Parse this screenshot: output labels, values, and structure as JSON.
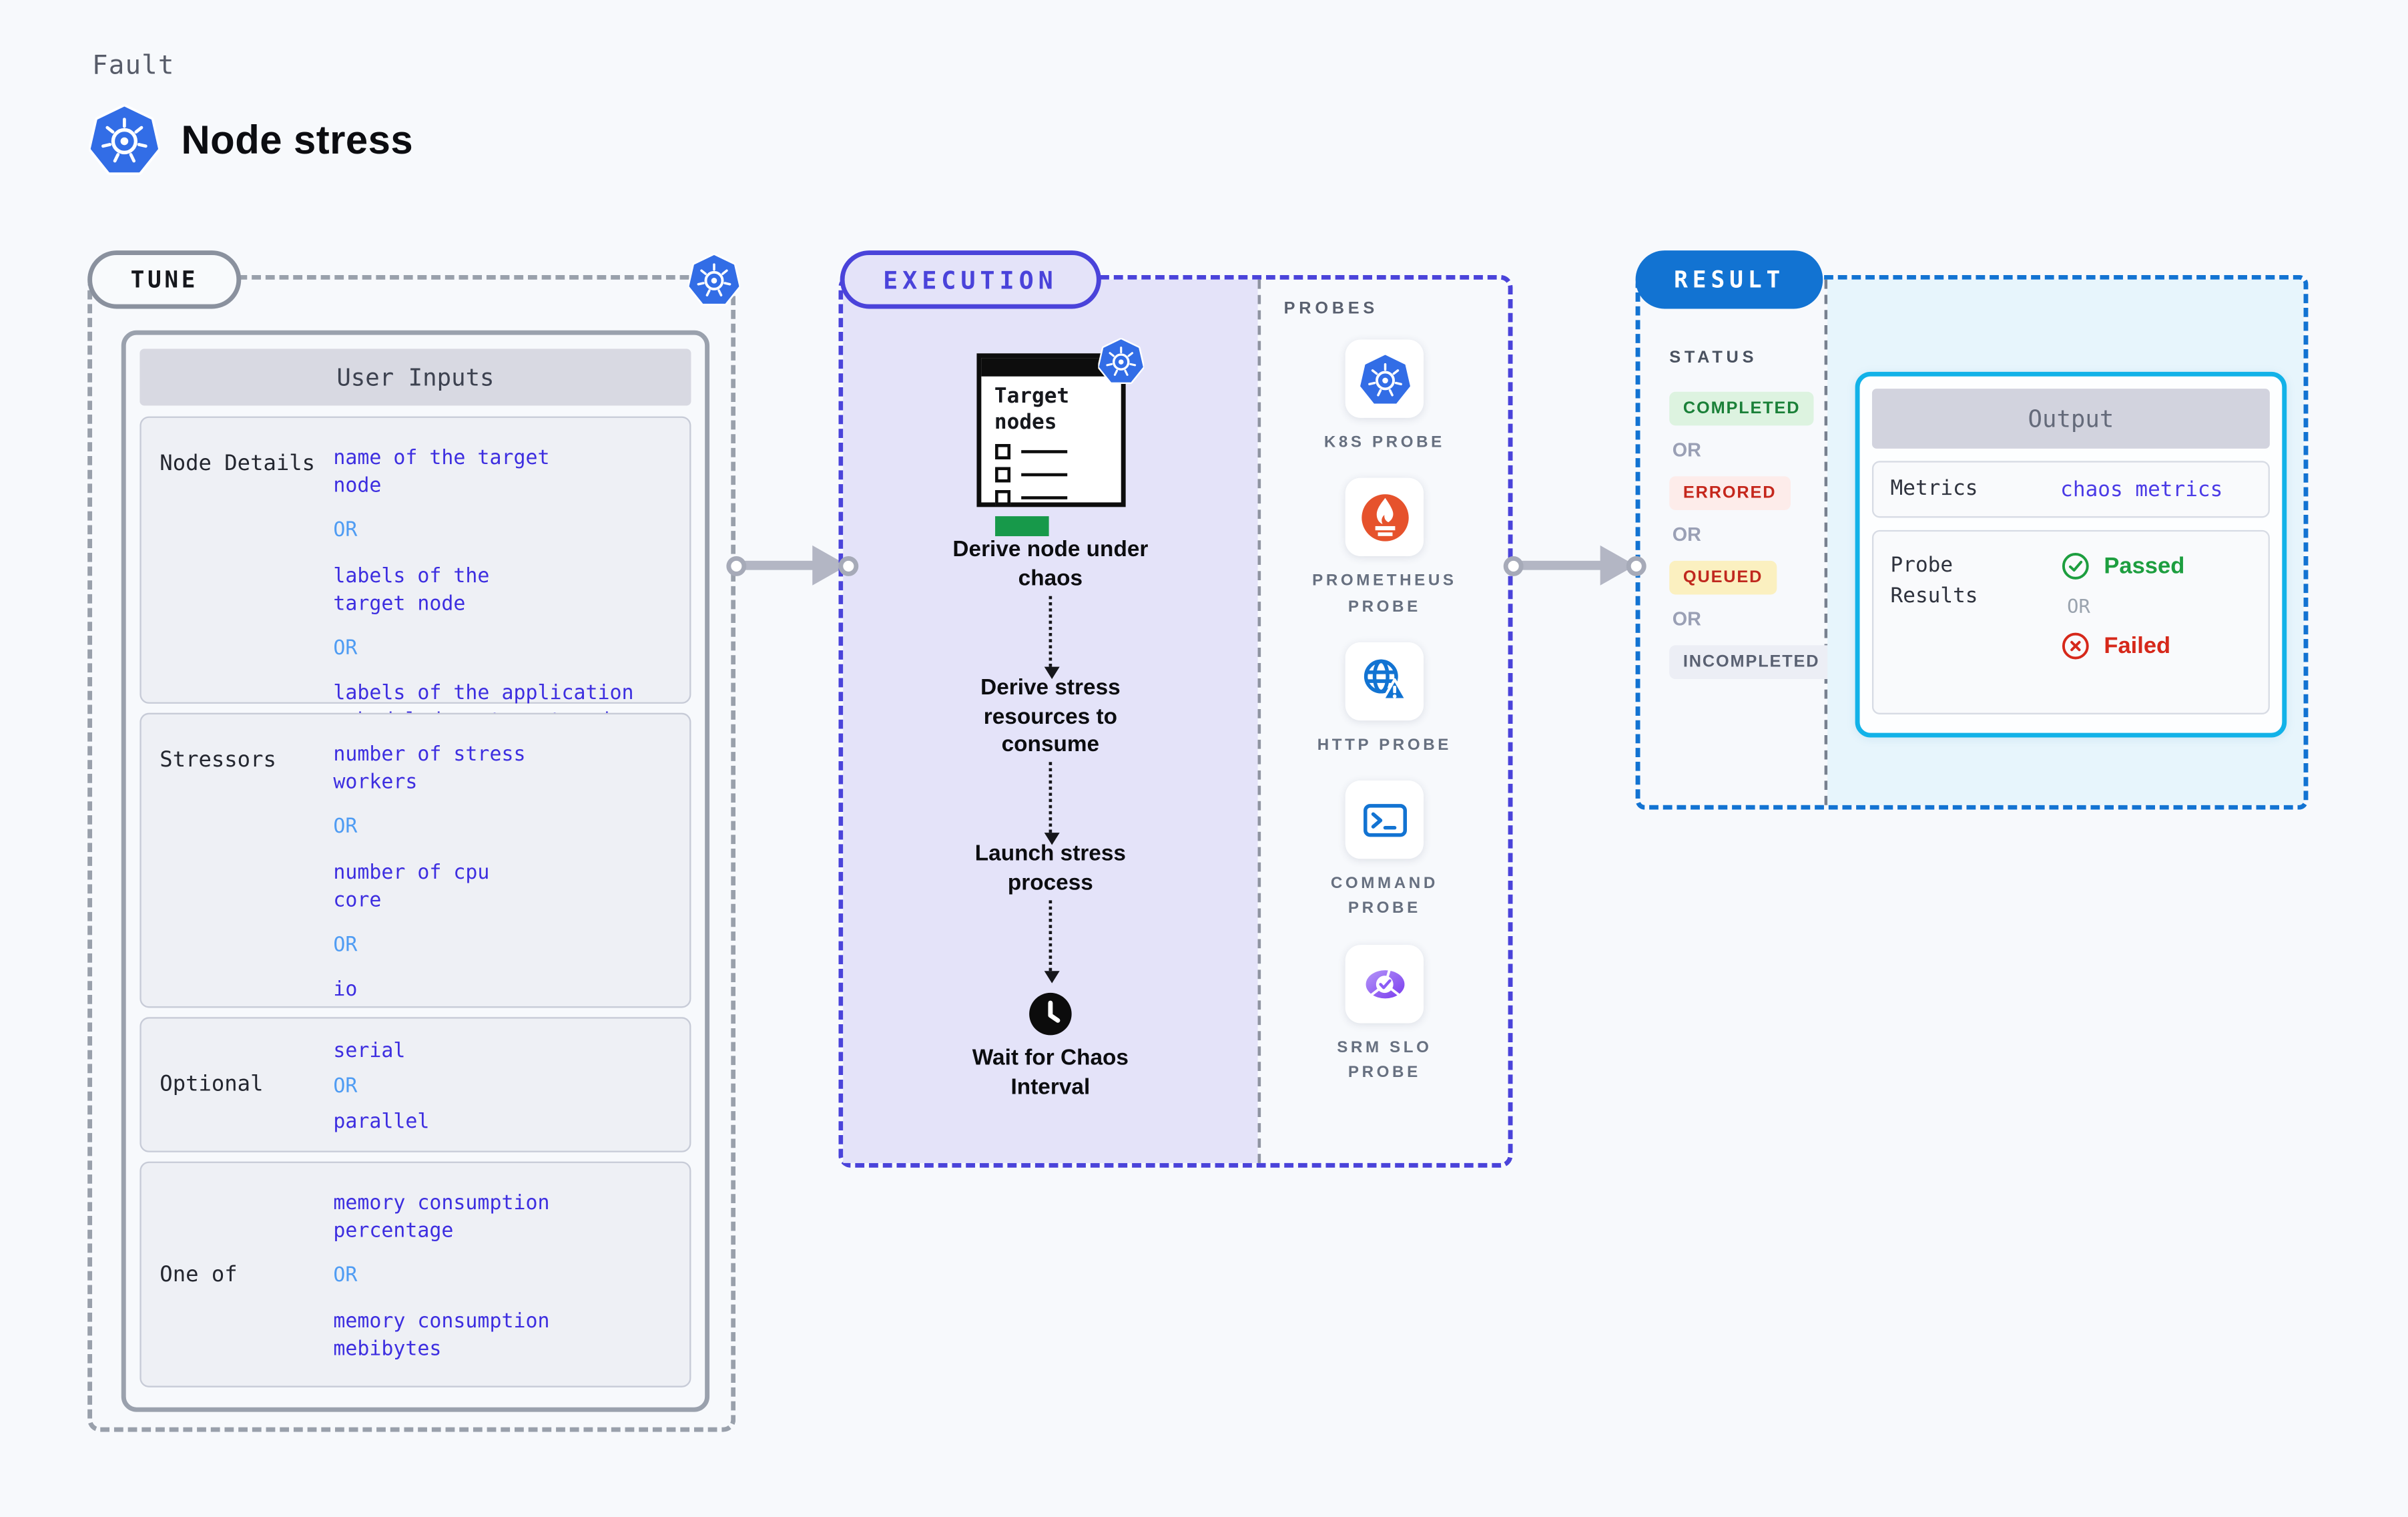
{
  "header": {
    "eyebrow": "Fault",
    "title": "Node stress",
    "title_icon": "kubernetes-icon"
  },
  "colors": {
    "page_bg": "#f7f9fc",
    "kubernetes_blue": "#326de6",
    "tune_border_gray": "#99a0ab",
    "execution_purple": "#4a43da",
    "execution_fill": "#e4e3f9",
    "result_blue": "#1273d2",
    "result_fill": "#e7f5fc",
    "output_border_cyan": "#12b2e8",
    "value_text_indigo": "#3d2ee0",
    "or_text_blue": "#4f9cf3",
    "completed_green": "#1a8038",
    "errored_red": "#c5271c",
    "queued_red_on_yellow": "#c0281e",
    "queued_bg": "#fbf0c0",
    "incompleted_gray": "#5a6172",
    "passed_green": "#1d9e3f",
    "failed_red": "#d6281a",
    "prometheus_orange": "#e6522c",
    "target_card_green": "#17994a"
  },
  "tune": {
    "badge_label": "TUNE",
    "corner_icon": "kubernetes-icon",
    "table_title": "User Inputs",
    "or_separator": "OR",
    "rows": [
      {
        "label": "Node Details",
        "values": [
          "name of the target\nnode",
          "labels of the\ntarget node",
          "labels of the application\nscheduled on target node"
        ]
      },
      {
        "label": "Stressors",
        "values": [
          "number of stress\nworkers",
          "number of cpu\ncore",
          "io"
        ]
      },
      {
        "label": "Optional",
        "values": [
          "serial",
          "parallel"
        ]
      },
      {
        "label": "One of",
        "values": [
          "memory consumption\npercentage",
          "memory consumption\nmebibytes"
        ]
      }
    ]
  },
  "execution": {
    "badge_label": "EXECUTION",
    "target_card": {
      "title": "Target nodes",
      "icon": "kubernetes-icon"
    },
    "steps": [
      "Derive node under\nchaos",
      "Derive stress\nresources to\nconsume",
      "Launch stress\nprocess",
      "Wait for Chaos\nInterval"
    ],
    "wait_icon": "clock-icon",
    "probes": {
      "title": "PROBES",
      "items": [
        {
          "label": "K8S PROBE",
          "icon": "kubernetes-icon"
        },
        {
          "label": "PROMETHEUS\nPROBE",
          "icon": "prometheus-flame-icon"
        },
        {
          "label": "HTTP PROBE",
          "icon": "globe-warning-icon"
        },
        {
          "label": "COMMAND\nPROBE",
          "icon": "terminal-icon"
        },
        {
          "label": "SRM SLO\nPROBE",
          "icon": "slo-gauge-check-icon"
        }
      ]
    }
  },
  "result": {
    "badge_label": "RESULT",
    "status": {
      "title": "STATUS",
      "or_separator": "OR",
      "options": [
        "COMPLETED",
        "ERRORED",
        "QUEUED",
        "INCOMPLETED"
      ]
    },
    "output": {
      "title": "Output",
      "metrics_label": "Metrics",
      "metrics_value": "chaos metrics",
      "probe_results_label": "Probe\nResults",
      "passed_label": "Passed",
      "or_separator": "OR",
      "failed_label": "Failed",
      "passed_icon": "check-circle-icon",
      "failed_icon": "x-circle-icon"
    }
  }
}
